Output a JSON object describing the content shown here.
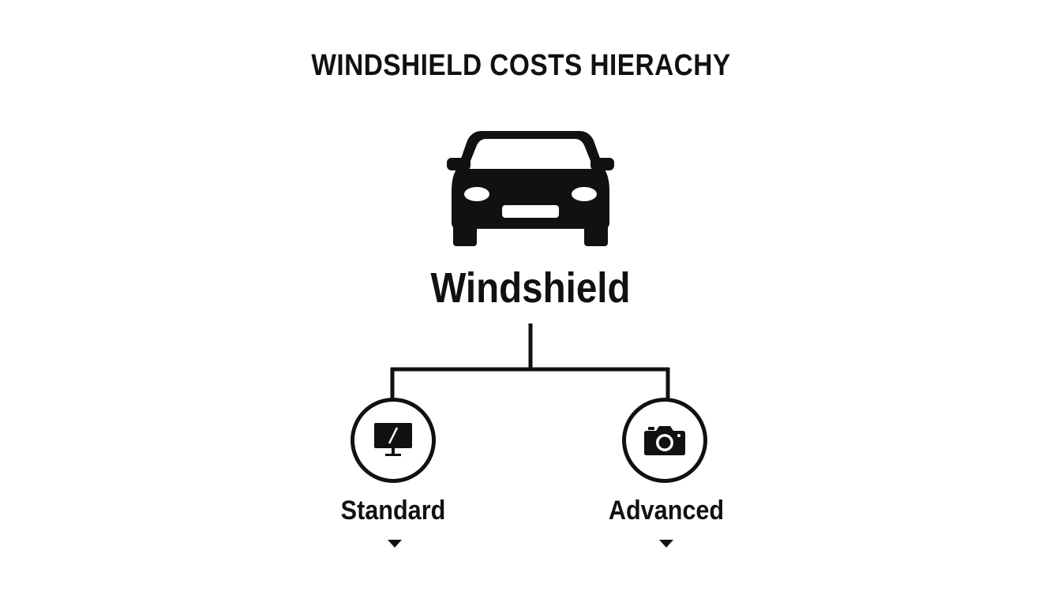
{
  "title": "WINDSHIELD COSTS HIERACHY",
  "root": {
    "label": "Windshield",
    "icon": "car-front-icon"
  },
  "children": [
    {
      "label": "Standard",
      "icon": "monitor-icon"
    },
    {
      "label": "Advanced",
      "icon": "camera-icon"
    }
  ],
  "colors": {
    "ink": "#111111",
    "background": "#ffffff"
  }
}
